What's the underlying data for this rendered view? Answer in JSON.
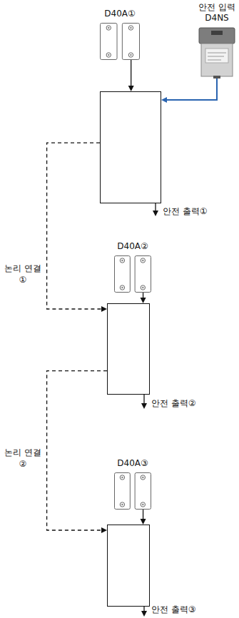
{
  "diagram": {
    "nodes": [
      {
        "text": [
          "D40A①"
        ]
      },
      {
        "text": [
          "안전 입력",
          "D4NS"
        ]
      },
      {
        "text": [
          "안전 출력①"
        ]
      },
      {
        "text": [
          "D40A②"
        ]
      },
      {
        "text": [
          "안전 출력②"
        ]
      },
      {
        "text": [
          "D40A③"
        ]
      },
      {
        "text": [
          "안전 출력③"
        ]
      }
    ],
    "edges": [
      {
        "from": 0,
        "to": 2,
        "arrow": "to"
      },
      {
        "from": 1,
        "to": 2,
        "arrow": "to"
      },
      {
        "from": 2,
        "to": 4,
        "label": "논리 연결 ①",
        "arrow": "to"
      },
      {
        "from": 3,
        "to": 4,
        "arrow": "to"
      },
      {
        "from": 4,
        "to": 6,
        "label": "논리 연결 ②",
        "arrow": "to"
      },
      {
        "from": 5,
        "to": 6,
        "arrow": "to"
      }
    ]
  }
}
